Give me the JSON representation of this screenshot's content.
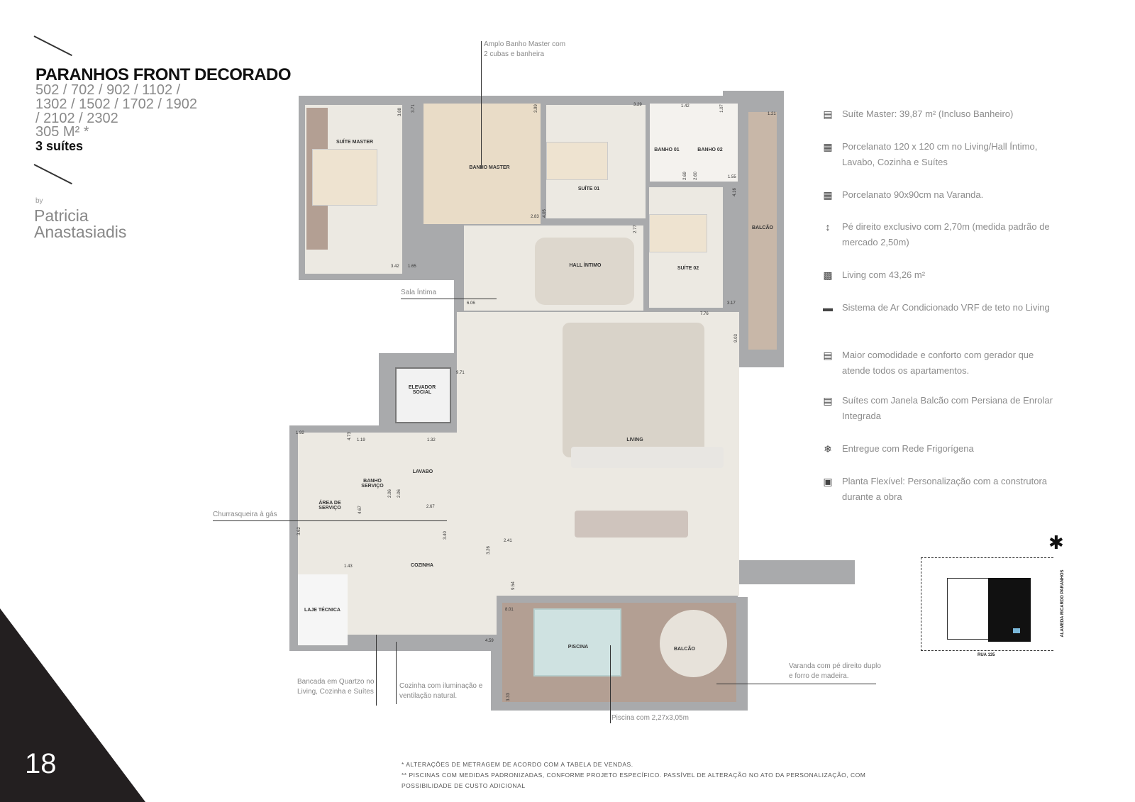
{
  "header": {
    "title": "PARANHOS FRONT DECORADO",
    "units": "502 / 702 / 902 / 1102 / 1302 / 1502 / 1702 / 1902 / 2102 / 2302",
    "area": "305 M² *",
    "suites": "3 suítes",
    "by": "by",
    "designer": "Patricia Anastasiadis"
  },
  "page_number": "18",
  "features": [
    {
      "icon": "bed-icon",
      "text": "Suíte Master: 39,87 m² (Incluso Banheiro)"
    },
    {
      "icon": "tile-grid-icon",
      "text": "Porcelanato 120 x 120 cm no Living/Hall Íntimo, Lavabo, Cozinha e Suítes"
    },
    {
      "icon": "tile-grid-small-icon",
      "text": "Porcelanato 90x90cm na Varanda."
    },
    {
      "icon": "ceiling-height-icon",
      "text": "Pé direito exclusivo com 2,70m (medida padrão de mercado 2,50m)"
    },
    {
      "icon": "sofa-icon",
      "text": " Living com 43,26 m²"
    },
    {
      "icon": "air-conditioner-icon",
      "text": "Sistema de Ar Condicionado VRF de teto no Living"
    },
    {
      "icon": "generator-icon",
      "text": "Maior comodidade e conforto com gerador que atende todos os apartamentos."
    },
    {
      "icon": "window-blind-icon",
      "text": "Suítes com Janela Balcão com Persiana de Enrolar Integrada"
    },
    {
      "icon": "snowflake-icon",
      "text": "Entregue com Rede Frigorígena"
    },
    {
      "icon": "floorplan-icon",
      "text": "Planta Flexível: Personalização com a construtora durante a obra"
    }
  ],
  "callouts": {
    "banho_master": "Amplo Banho Master com 2 cubas e banheira",
    "sala_intima": "Sala Íntima",
    "churrasqueira": "Churrasqueira à gás",
    "bancada": "Bancada em Quartzo no Living, Cozinha e Suítes",
    "cozinha": "Cozinha com iluminação e ventilação natural.",
    "piscina": "Piscina com 2,27x3,05m",
    "varanda": "Varanda com pé direito duplo e forro de madeira."
  },
  "rooms": {
    "suite_master": "SUÍTE MASTER",
    "banho_master": "BANHO MASTER",
    "suite_01": "SUÍTE 01",
    "banho_01": "BANHO 01",
    "banho_02": "BANHO 02",
    "suite_02": "SUÍTE 02",
    "balcao_top": "BALCÃO",
    "hall_intimo": "HALL ÍNTIMO",
    "elevador": "ELEVADOR SOCIAL",
    "living": "LIVING",
    "banho_servico": "BANHO SERVIÇO",
    "lavabo": "LAVABO",
    "area_servico": "ÁREA DE SERVIÇO",
    "cozinha": "COZINHA",
    "laje_tecnica": "LAJE TÉCNICA",
    "piscina": "PISCINA",
    "balcao_bottom": "BALCÃO"
  },
  "dimensions": [
    "3.88",
    "3.71",
    "3.99",
    "3.29",
    "1.42",
    "1.07",
    "1.21",
    "2.69",
    "2.60",
    "1.55",
    "4.16",
    "4.05",
    "2.83",
    "2.77",
    "3.42",
    "1.65",
    "6.06",
    "7.76",
    "3.17",
    "9.03",
    "9.71",
    "1.92",
    "4.73",
    "1.19",
    "1.32",
    "2.06",
    "2.06",
    "4.67",
    "2.67",
    "3.62",
    "3.40",
    "1.43",
    "3.26",
    "2.41",
    "9.54",
    "8.01",
    "4.59",
    "3.33"
  ],
  "location_map": {
    "street_right": "ALAMEDA RICARDO PARANHOS",
    "street_bottom": "RUA 135",
    "compass": "compass-icon"
  },
  "footnotes": [
    "* ALTERAÇÕES DE METRAGEM DE ACORDO COM A TABELA DE VENDAS.",
    "** PISCINAS COM MEDIDAS PADRONIZADAS, CONFORME PROJETO ESPECÍFICO. PASSÍVEL DE ALTERAÇÃO NO ATO DA PERSONALIZAÇÃO, COM POSSIBILIDADE DE CUSTO ADICIONAL"
  ],
  "colors": {
    "accent_dark": "#231f20",
    "wall": "#a9aaac",
    "floor": "#ece9e2",
    "wood": "#b39f93"
  }
}
